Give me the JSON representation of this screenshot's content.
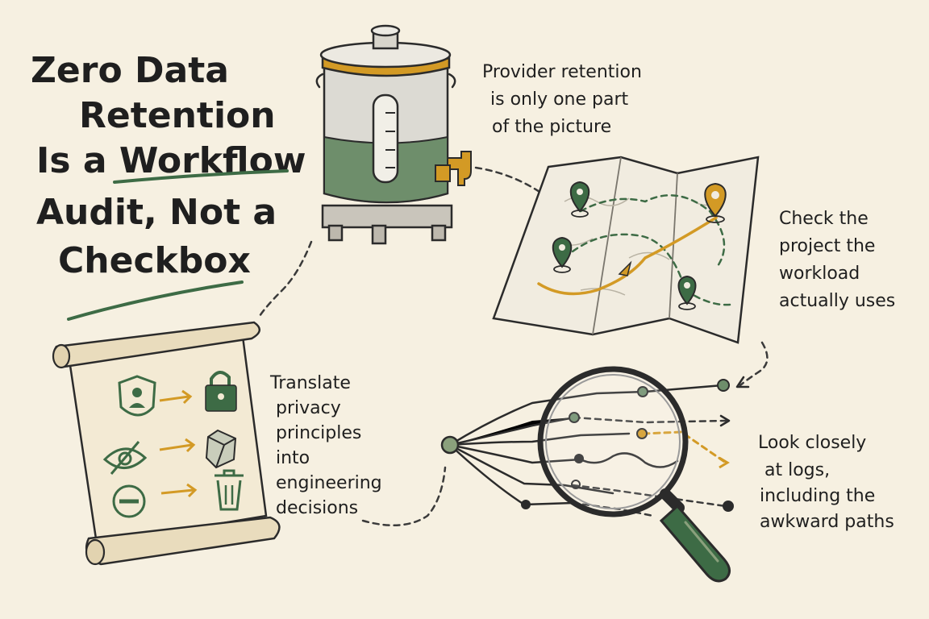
{
  "title": {
    "line1": "Zero Data",
    "line2": "Retention",
    "line3_prefix": "Is a ",
    "line3_emphasis": "Workflow",
    "line4": "Audit, Not a",
    "line5": "Checkbox"
  },
  "notes": {
    "provider": [
      "Provider retention",
      "is only one part",
      "of the picture"
    ],
    "project": [
      "Check the",
      "project the",
      "workload",
      "actually uses"
    ],
    "translate": [
      "Translate",
      "privacy",
      "principles",
      "into",
      "engineering",
      "decisions"
    ],
    "logs": [
      "Look closely",
      "at logs,",
      "including the",
      "awkward paths"
    ]
  },
  "colors": {
    "background": "#f6f0e1",
    "green": "#3d6b45",
    "gold": "#d39a25",
    "ink": "#2b2b2b"
  },
  "icons": {
    "tank": "water-tank-icon",
    "map": "folded-map-icon",
    "scroll": "scroll-icon",
    "magnifier": "magnifying-glass-icon",
    "row1": [
      "shield-user-icon",
      "arrow-right-icon",
      "padlock-icon"
    ],
    "row2": [
      "eye-slash-icon",
      "arrow-right-icon",
      "cube-icon"
    ],
    "row3": [
      "minus-circle-icon",
      "arrow-right-icon",
      "trash-can-icon"
    ]
  }
}
